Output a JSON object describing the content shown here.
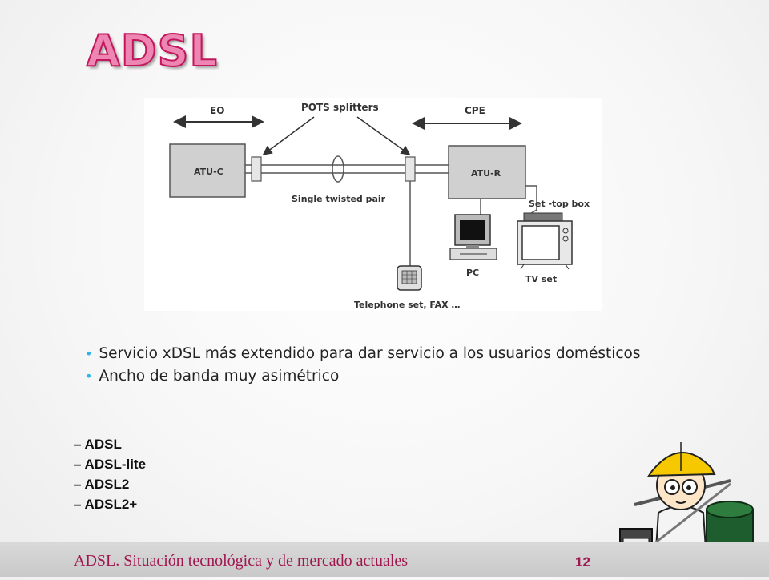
{
  "slide": {
    "title": "ADSL",
    "footer": "ADSL. Situación tecnológica y de mercado actuales",
    "page_number": "12"
  },
  "diagram": {
    "eo_label": "EO",
    "splitters_label": "POTS splitters",
    "cpe_label": "CPE",
    "atu_c_label": "ATU-C",
    "atu_r_label": "ATU-R",
    "twisted_pair_label": "Single twisted pair",
    "settop_label": "Set -top box",
    "pc_label": "PC",
    "tv_label": "TV set",
    "telephone_label": "Telephone set, FAX …"
  },
  "bullets": [
    "Servicio xDSL más extendido para dar servicio a los usuarios domésticos",
    "Ancho de banda muy asimétrico"
  ],
  "variants": [
    "– ADSL",
    "– ADSL-lite",
    "– ADSL2",
    "– ADSL2+"
  ],
  "colors": {
    "title_fill": "#ee86b3",
    "title_stroke": "#c2185b",
    "bullet_dot": "#29b6e8",
    "footer_text": "#a0174f"
  },
  "icons": {
    "bullet": "circle-bullet",
    "mascot": "engineer-cartoon"
  }
}
